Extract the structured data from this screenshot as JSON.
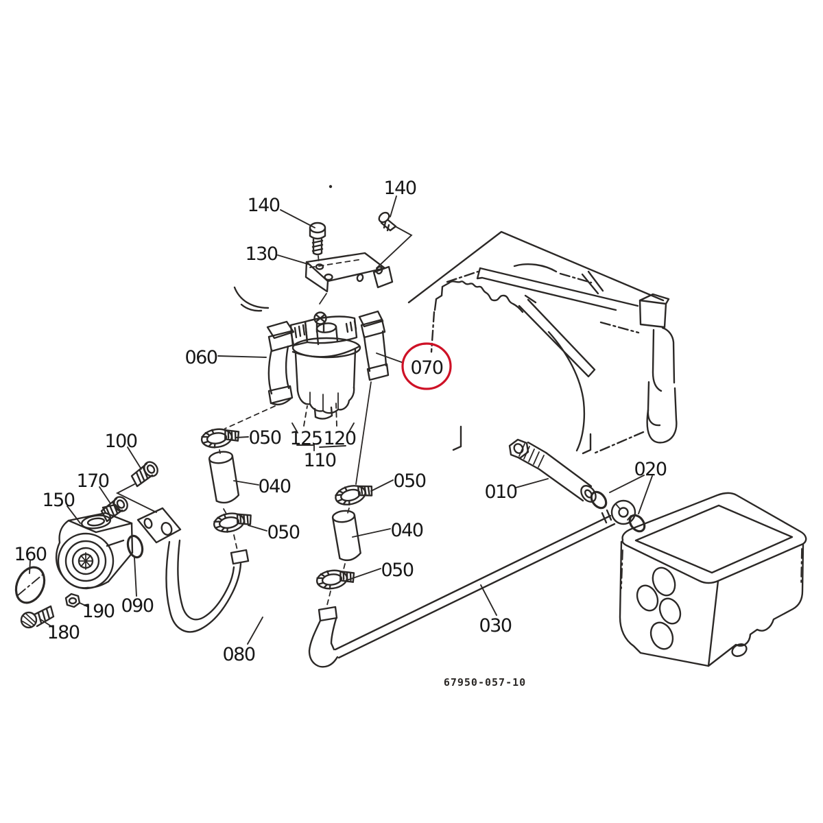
{
  "diagram": {
    "drawing_number": "67950-057-10",
    "highlighted_part": "070",
    "colors": {
      "line": "#2b2826",
      "label": "#161616",
      "highlight_red": "#ce1126",
      "background": "#ffffff"
    },
    "callouts": [
      {
        "text": "140"
      },
      {
        "text": "140"
      },
      {
        "text": "130"
      },
      {
        "text": "060"
      },
      {
        "text": "070"
      },
      {
        "text": "050"
      },
      {
        "text": "125"
      },
      {
        "text": "120"
      },
      {
        "text": "110"
      },
      {
        "text": "040"
      },
      {
        "text": "050"
      },
      {
        "text": "100"
      },
      {
        "text": "170"
      },
      {
        "text": "150"
      },
      {
        "text": "160"
      },
      {
        "text": "090"
      },
      {
        "text": "190"
      },
      {
        "text": "180"
      },
      {
        "text": "080"
      },
      {
        "text": "050"
      },
      {
        "text": "040"
      },
      {
        "text": "050"
      },
      {
        "text": "010"
      },
      {
        "text": "020"
      },
      {
        "text": "030"
      }
    ]
  }
}
